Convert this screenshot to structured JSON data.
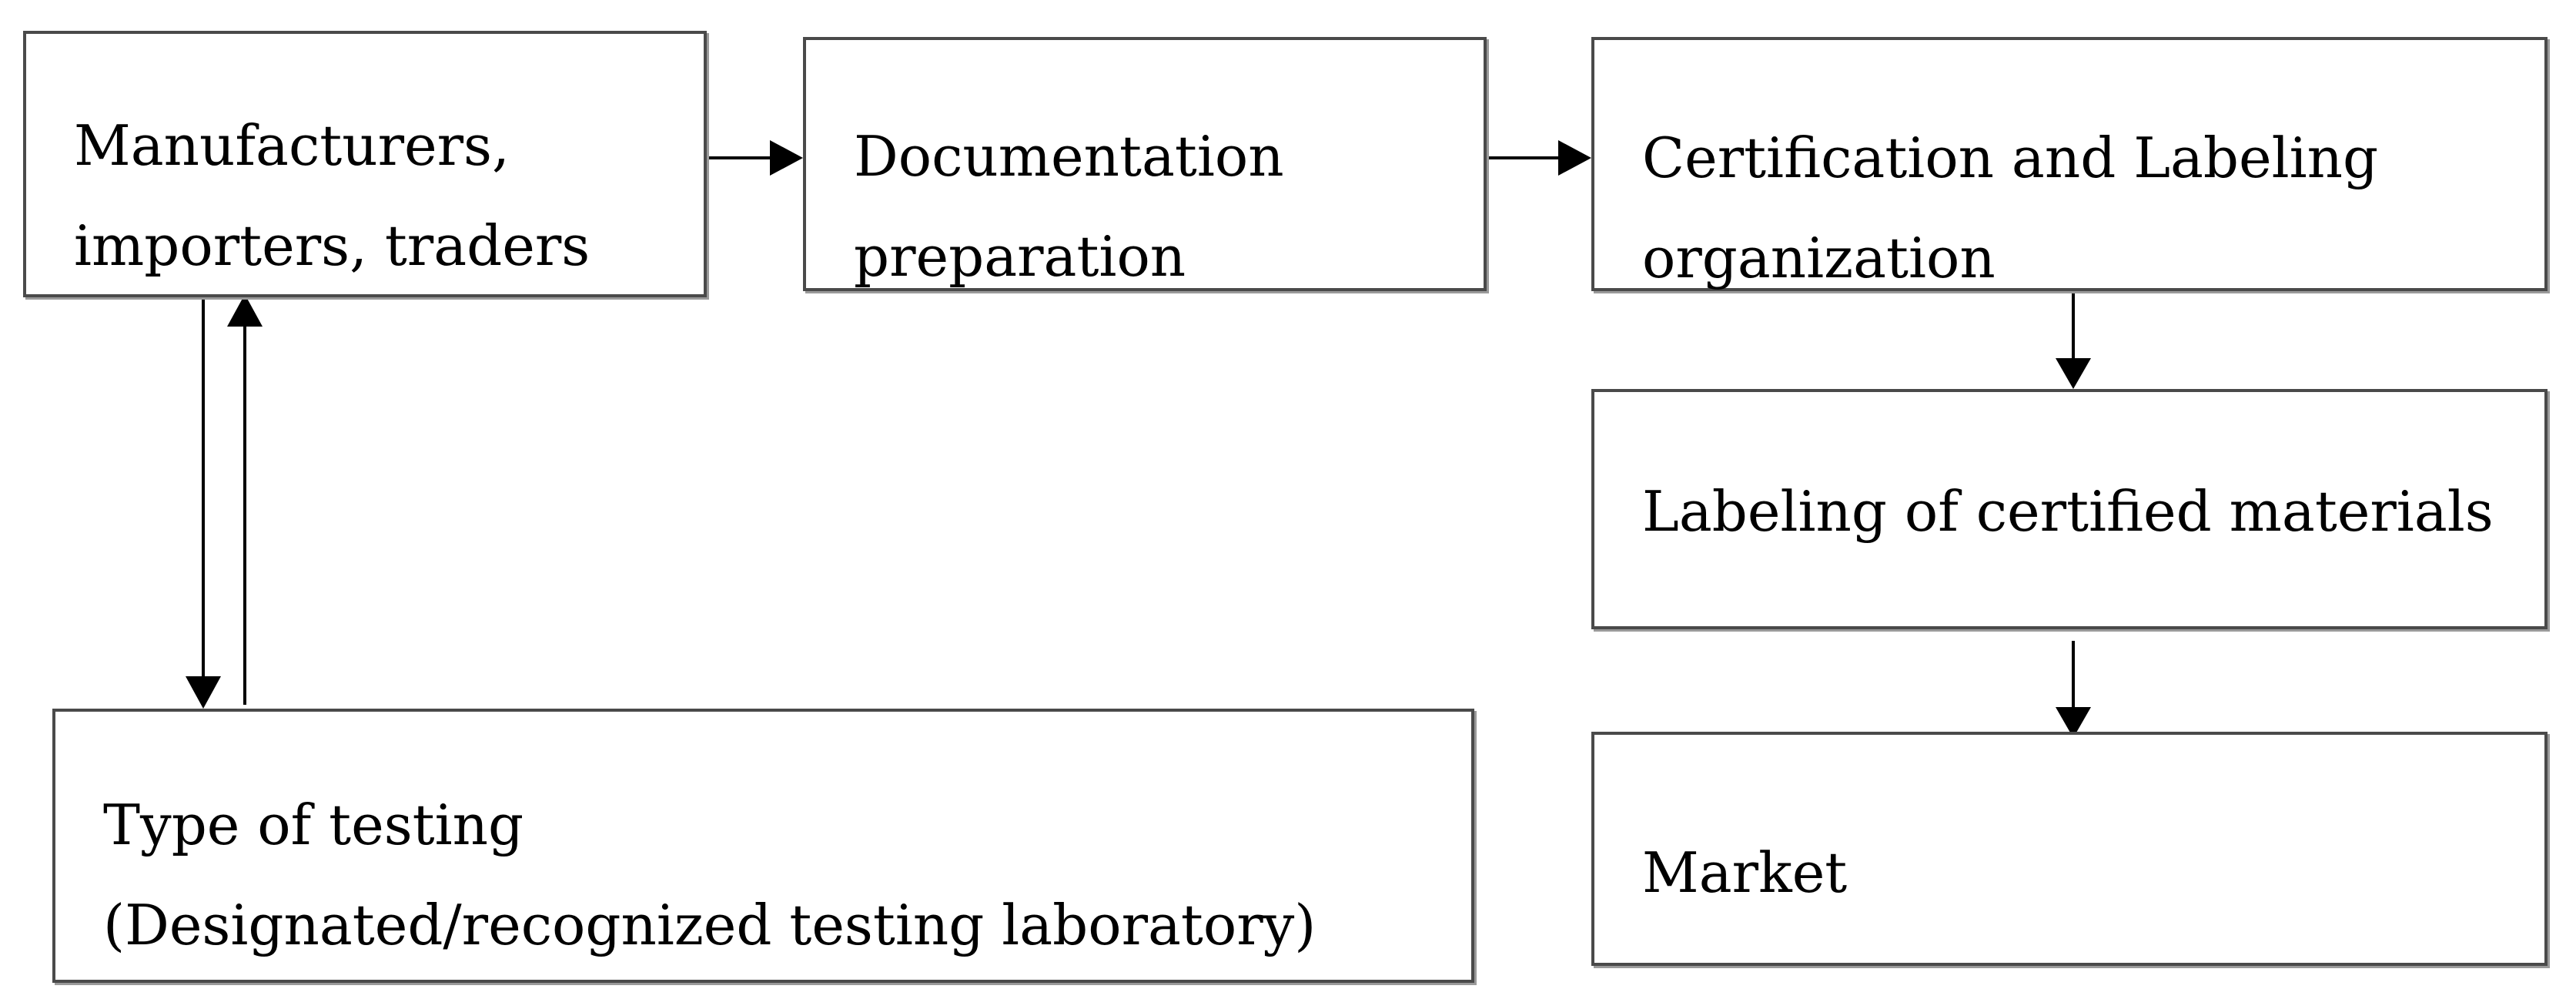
{
  "diagram": {
    "nodes": {
      "manufacturers": {
        "lines": [
          "Manufacturers,",
          "importers, traders"
        ]
      },
      "documentation": {
        "lines": [
          "Documentation",
          "preparation"
        ]
      },
      "certification": {
        "lines": [
          "Certification and Labeling",
          "organization"
        ]
      },
      "labeling": {
        "lines": [
          "Labeling of certified materials"
        ]
      },
      "market": {
        "lines": [
          "Market"
        ]
      },
      "testing": {
        "lines": [
          "Type of testing",
          "(Designated/recognized testing laboratory)"
        ]
      }
    },
    "edges": [
      {
        "from": "manufacturers",
        "to": "documentation"
      },
      {
        "from": "documentation",
        "to": "certification"
      },
      {
        "from": "certification",
        "to": "labeling"
      },
      {
        "from": "labeling",
        "to": "market"
      },
      {
        "from": "manufacturers",
        "to": "testing"
      },
      {
        "from": "testing",
        "to": "manufacturers"
      }
    ],
    "colors": {
      "line": "#000000",
      "box_border": "#4a4a4a",
      "box_shadow": "#9a9a9a",
      "text": "#000000",
      "background": "#ffffff"
    }
  }
}
